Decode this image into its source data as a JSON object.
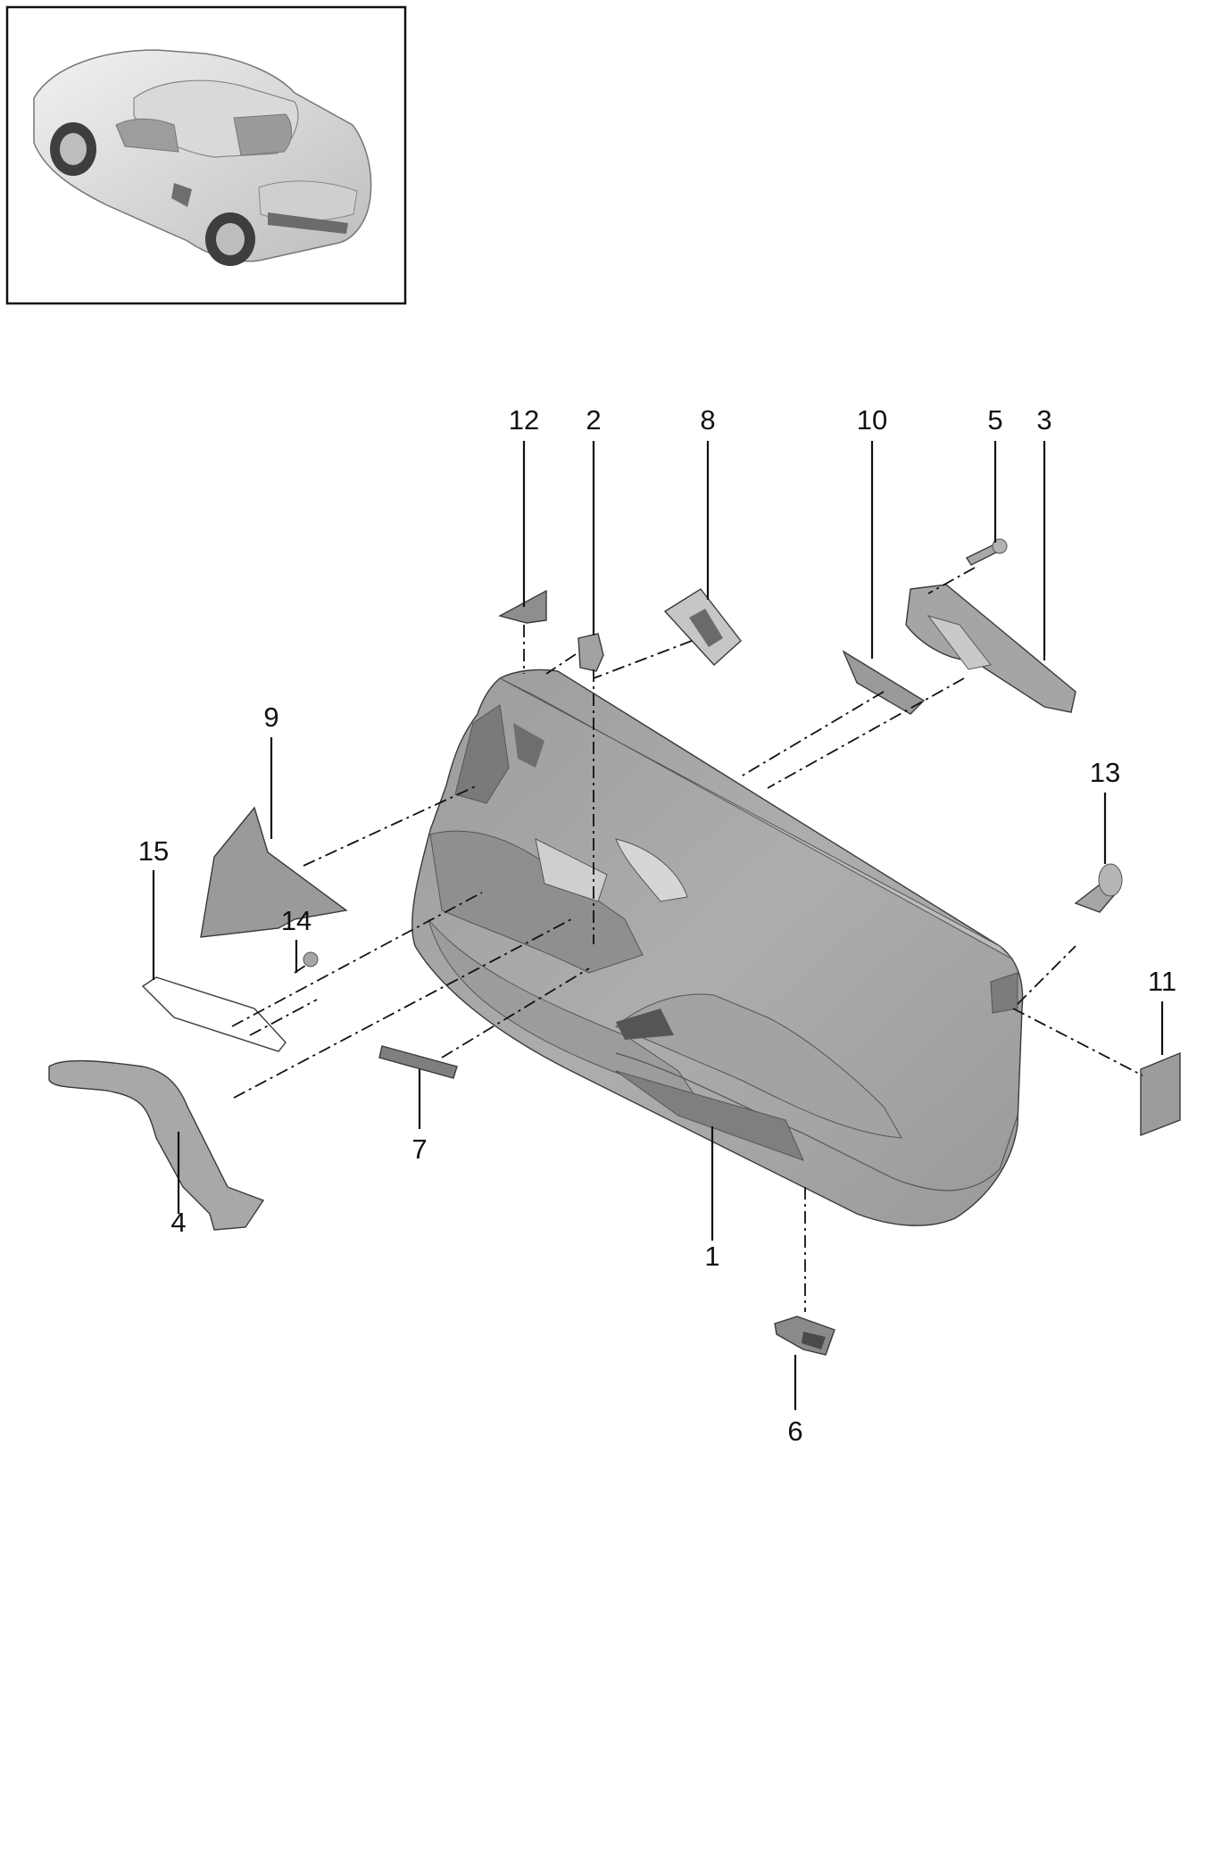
{
  "colors": {
    "part_fill": "#a9a9a9",
    "part_dark": "#8a8a8a",
    "part_light": "#c4c4c4",
    "line": "#111111"
  },
  "callouts": [
    "1",
    "2",
    "3",
    "4",
    "5",
    "6",
    "7",
    "8",
    "9",
    "10",
    "11",
    "12",
    "13",
    "14",
    "15"
  ]
}
